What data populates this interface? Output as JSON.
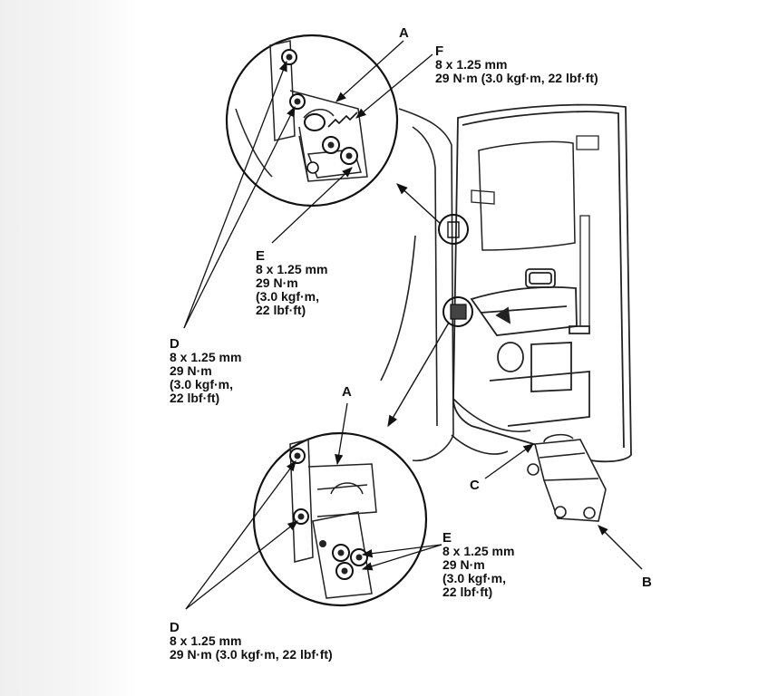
{
  "callouts": {
    "upper_A": "A",
    "F": {
      "letter": "F",
      "lines": [
        "8 x 1.25 mm",
        "29 N·m (3.0 kgf·m, 22 lbf·ft)"
      ]
    },
    "upper_E": {
      "letter": "E",
      "lines": [
        "8 x 1.25 mm",
        "29 N·m",
        "(3.0 kgf·m,",
        "22 lbf·ft)"
      ]
    },
    "upper_D": {
      "letter": "D",
      "lines": [
        "8 x 1.25 mm",
        "29 N·m",
        "(3.0 kgf·m,",
        "22 lbf·ft)"
      ]
    },
    "lower_A": "A",
    "C": "C",
    "B": "B",
    "lower_E": {
      "letter": "E",
      "lines": [
        "8 x 1.25 mm",
        "29 N·m",
        "(3.0 kgf·m,",
        "22 lbf·ft)"
      ]
    },
    "lower_D": {
      "letter": "D",
      "lines": [
        "8 x 1.25 mm",
        "29 N·m (3.0 kgf·m, 22 lbf·ft)"
      ]
    }
  }
}
